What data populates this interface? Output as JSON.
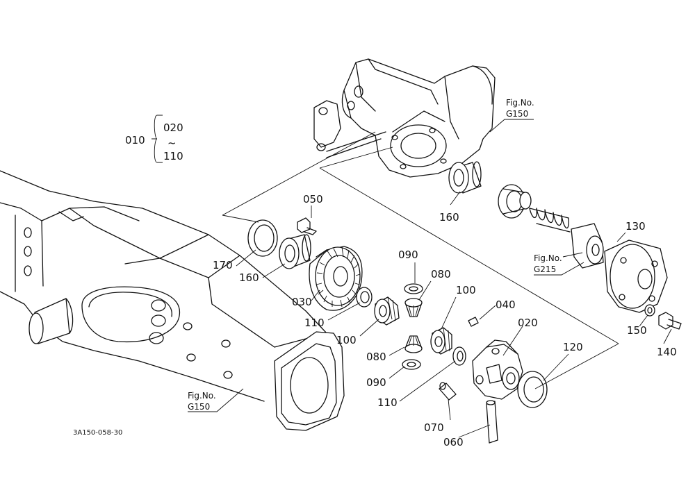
{
  "callouts": [
    {
      "id": "p010",
      "text": "010"
    },
    {
      "id": "p020a",
      "text": "020"
    },
    {
      "id": "tilde",
      "text": "~"
    },
    {
      "id": "p110a",
      "text": "110"
    },
    {
      "id": "p050",
      "text": "050"
    },
    {
      "id": "p170",
      "text": "170"
    },
    {
      "id": "p160a",
      "text": "160"
    },
    {
      "id": "p160b",
      "text": "160"
    },
    {
      "id": "p030",
      "text": "030"
    },
    {
      "id": "p110b",
      "text": "110"
    },
    {
      "id": "p090a",
      "text": "090"
    },
    {
      "id": "p080a",
      "text": "080"
    },
    {
      "id": "p100a",
      "text": "100"
    },
    {
      "id": "p100b",
      "text": "100"
    },
    {
      "id": "p080b",
      "text": "080"
    },
    {
      "id": "p090b",
      "text": "090"
    },
    {
      "id": "p110c",
      "text": "110"
    },
    {
      "id": "p040",
      "text": "040"
    },
    {
      "id": "p020b",
      "text": "020"
    },
    {
      "id": "p120",
      "text": "120"
    },
    {
      "id": "p070",
      "text": "070"
    },
    {
      "id": "p060",
      "text": "060"
    },
    {
      "id": "p130",
      "text": "130"
    },
    {
      "id": "p150",
      "text": "150"
    },
    {
      "id": "p140",
      "text": "140"
    }
  ],
  "fig_refs": [
    {
      "id": "g150a",
      "line1": "Fig.No.",
      "line2": "G150"
    },
    {
      "id": "g215",
      "line1": "Fig.No.",
      "line2": "G215"
    },
    {
      "id": "g150b",
      "line1": "Fig.No.",
      "line2": "G150"
    }
  ],
  "drawing_code": "3A150-058-30"
}
